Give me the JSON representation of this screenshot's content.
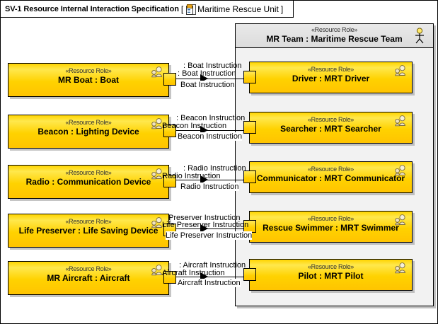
{
  "diagram": {
    "title": "SV-1 Resource Internal Interaction Specification",
    "bracket_open": "[",
    "bracket_close": "]",
    "context_label": "Maritime Rescue Unit",
    "context_icon": "specification-icon"
  },
  "container": {
    "stereotype": "«Resource Role»",
    "name": "MR Team : Maritime Rescue Team",
    "actor_icon": "actor-stick-figure-icon"
  },
  "stereotype_label": "«Resource Role»",
  "left_roles": [
    {
      "stereotype": "«Resource Role»",
      "name": "MR Boat : Boat",
      "icon": "resource-role-icon"
    },
    {
      "stereotype": "«Resource Role»",
      "name": "Beacon : Lighting Device",
      "icon": "resource-role-icon"
    },
    {
      "stereotype": "«Resource Role»",
      "name": "Radio : Communication Device",
      "icon": "resource-role-icon"
    },
    {
      "stereotype": "«Resource Role»",
      "name": "Life Preserver : Life Saving Device",
      "icon": "resource-role-icon"
    },
    {
      "stereotype": "«Resource Role»",
      "name": "MR Aircraft : Aircraft",
      "icon": "resource-role-icon"
    }
  ],
  "right_roles": [
    {
      "stereotype": "«Resource Role»",
      "name": "Driver : MRT Driver",
      "icon": "resource-role-icon"
    },
    {
      "stereotype": "«Resource Role»",
      "name": "Searcher : MRT Searcher",
      "icon": "resource-role-icon"
    },
    {
      "stereotype": "«Resource Role»",
      "name": "Communicator : MRT Communicator",
      "icon": "resource-role-icon"
    },
    {
      "stereotype": "«Resource Role»",
      "name": "Rescue Swimmer : MRT Swimmer",
      "icon": "resource-role-icon"
    },
    {
      "stereotype": "«Resource Role»",
      "name": "Pilot : MRT Pilot",
      "icon": "resource-role-icon"
    }
  ],
  "connectors": [
    {
      "from": "MR Boat : Boat",
      "to": "Driver : MRT Driver",
      "port_label_top": ": Boat Instruction",
      "line_label": ": Boat Instruction",
      "flow_label": "Boat Instruction"
    },
    {
      "from": "Beacon : Lighting Device",
      "to": "Searcher : MRT Searcher",
      "port_label_top": ": Beacon Instruction",
      "line_label": "Beacon Instruction",
      "flow_label": "Beacon Instruction"
    },
    {
      "from": "Radio : Communication Device",
      "to": "Communicator : MRT Communicator",
      "port_label_top": ": Radio Instruction",
      "line_label": "Radio Instruction",
      "flow_label": "Radio Instruction"
    },
    {
      "from": "Life Preserver : Life Saving Device",
      "to": "Rescue Swimmer : MRT Swimmer",
      "port_label_top": "Preserver Instruction",
      "line_label": "Life Preserver Instruction",
      "flow_label": "Life Preserver Instruction"
    },
    {
      "from": "MR Aircraft : Aircraft",
      "to": "Pilot : MRT Pilot",
      "port_label_top": ": Aircraft Instruction",
      "line_label": "Aircraft Instruction",
      "flow_label": "Aircraft Instruction"
    }
  ],
  "colors": {
    "role_fill": "#ffd200",
    "container_fill": "#f2f2f2",
    "container_header": "#e3e3e3",
    "border": "#000000",
    "canvas": "#ffffff"
  }
}
